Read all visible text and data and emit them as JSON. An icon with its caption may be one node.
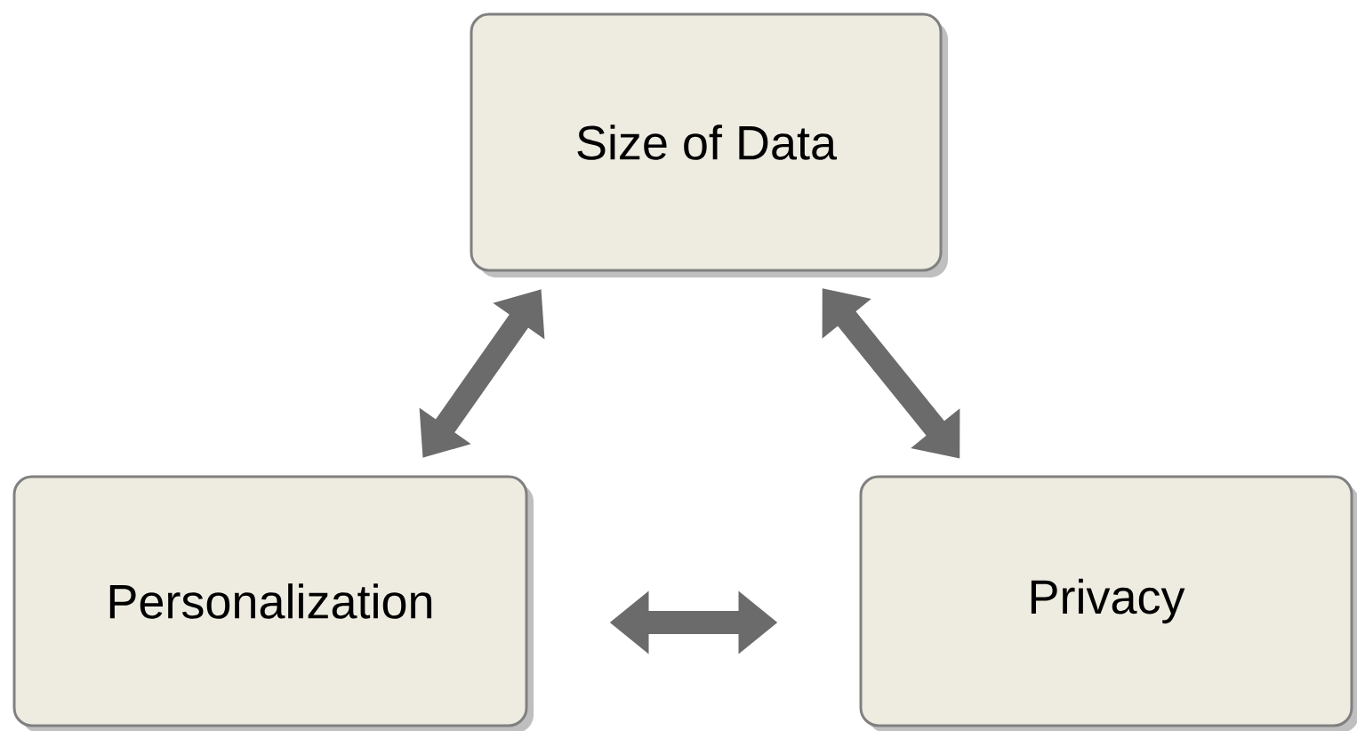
{
  "diagram": {
    "nodes": [
      {
        "text": [
          "Size of Data"
        ]
      },
      {
        "text": [
          "Personalization"
        ]
      },
      {
        "text": [
          "Privacy"
        ]
      }
    ],
    "edges": [
      {
        "from": 0,
        "to": 1,
        "arrow": "both"
      },
      {
        "from": 0,
        "to": 2,
        "arrow": "both"
      },
      {
        "from": 1,
        "to": 2,
        "arrow": "both"
      }
    ]
  }
}
